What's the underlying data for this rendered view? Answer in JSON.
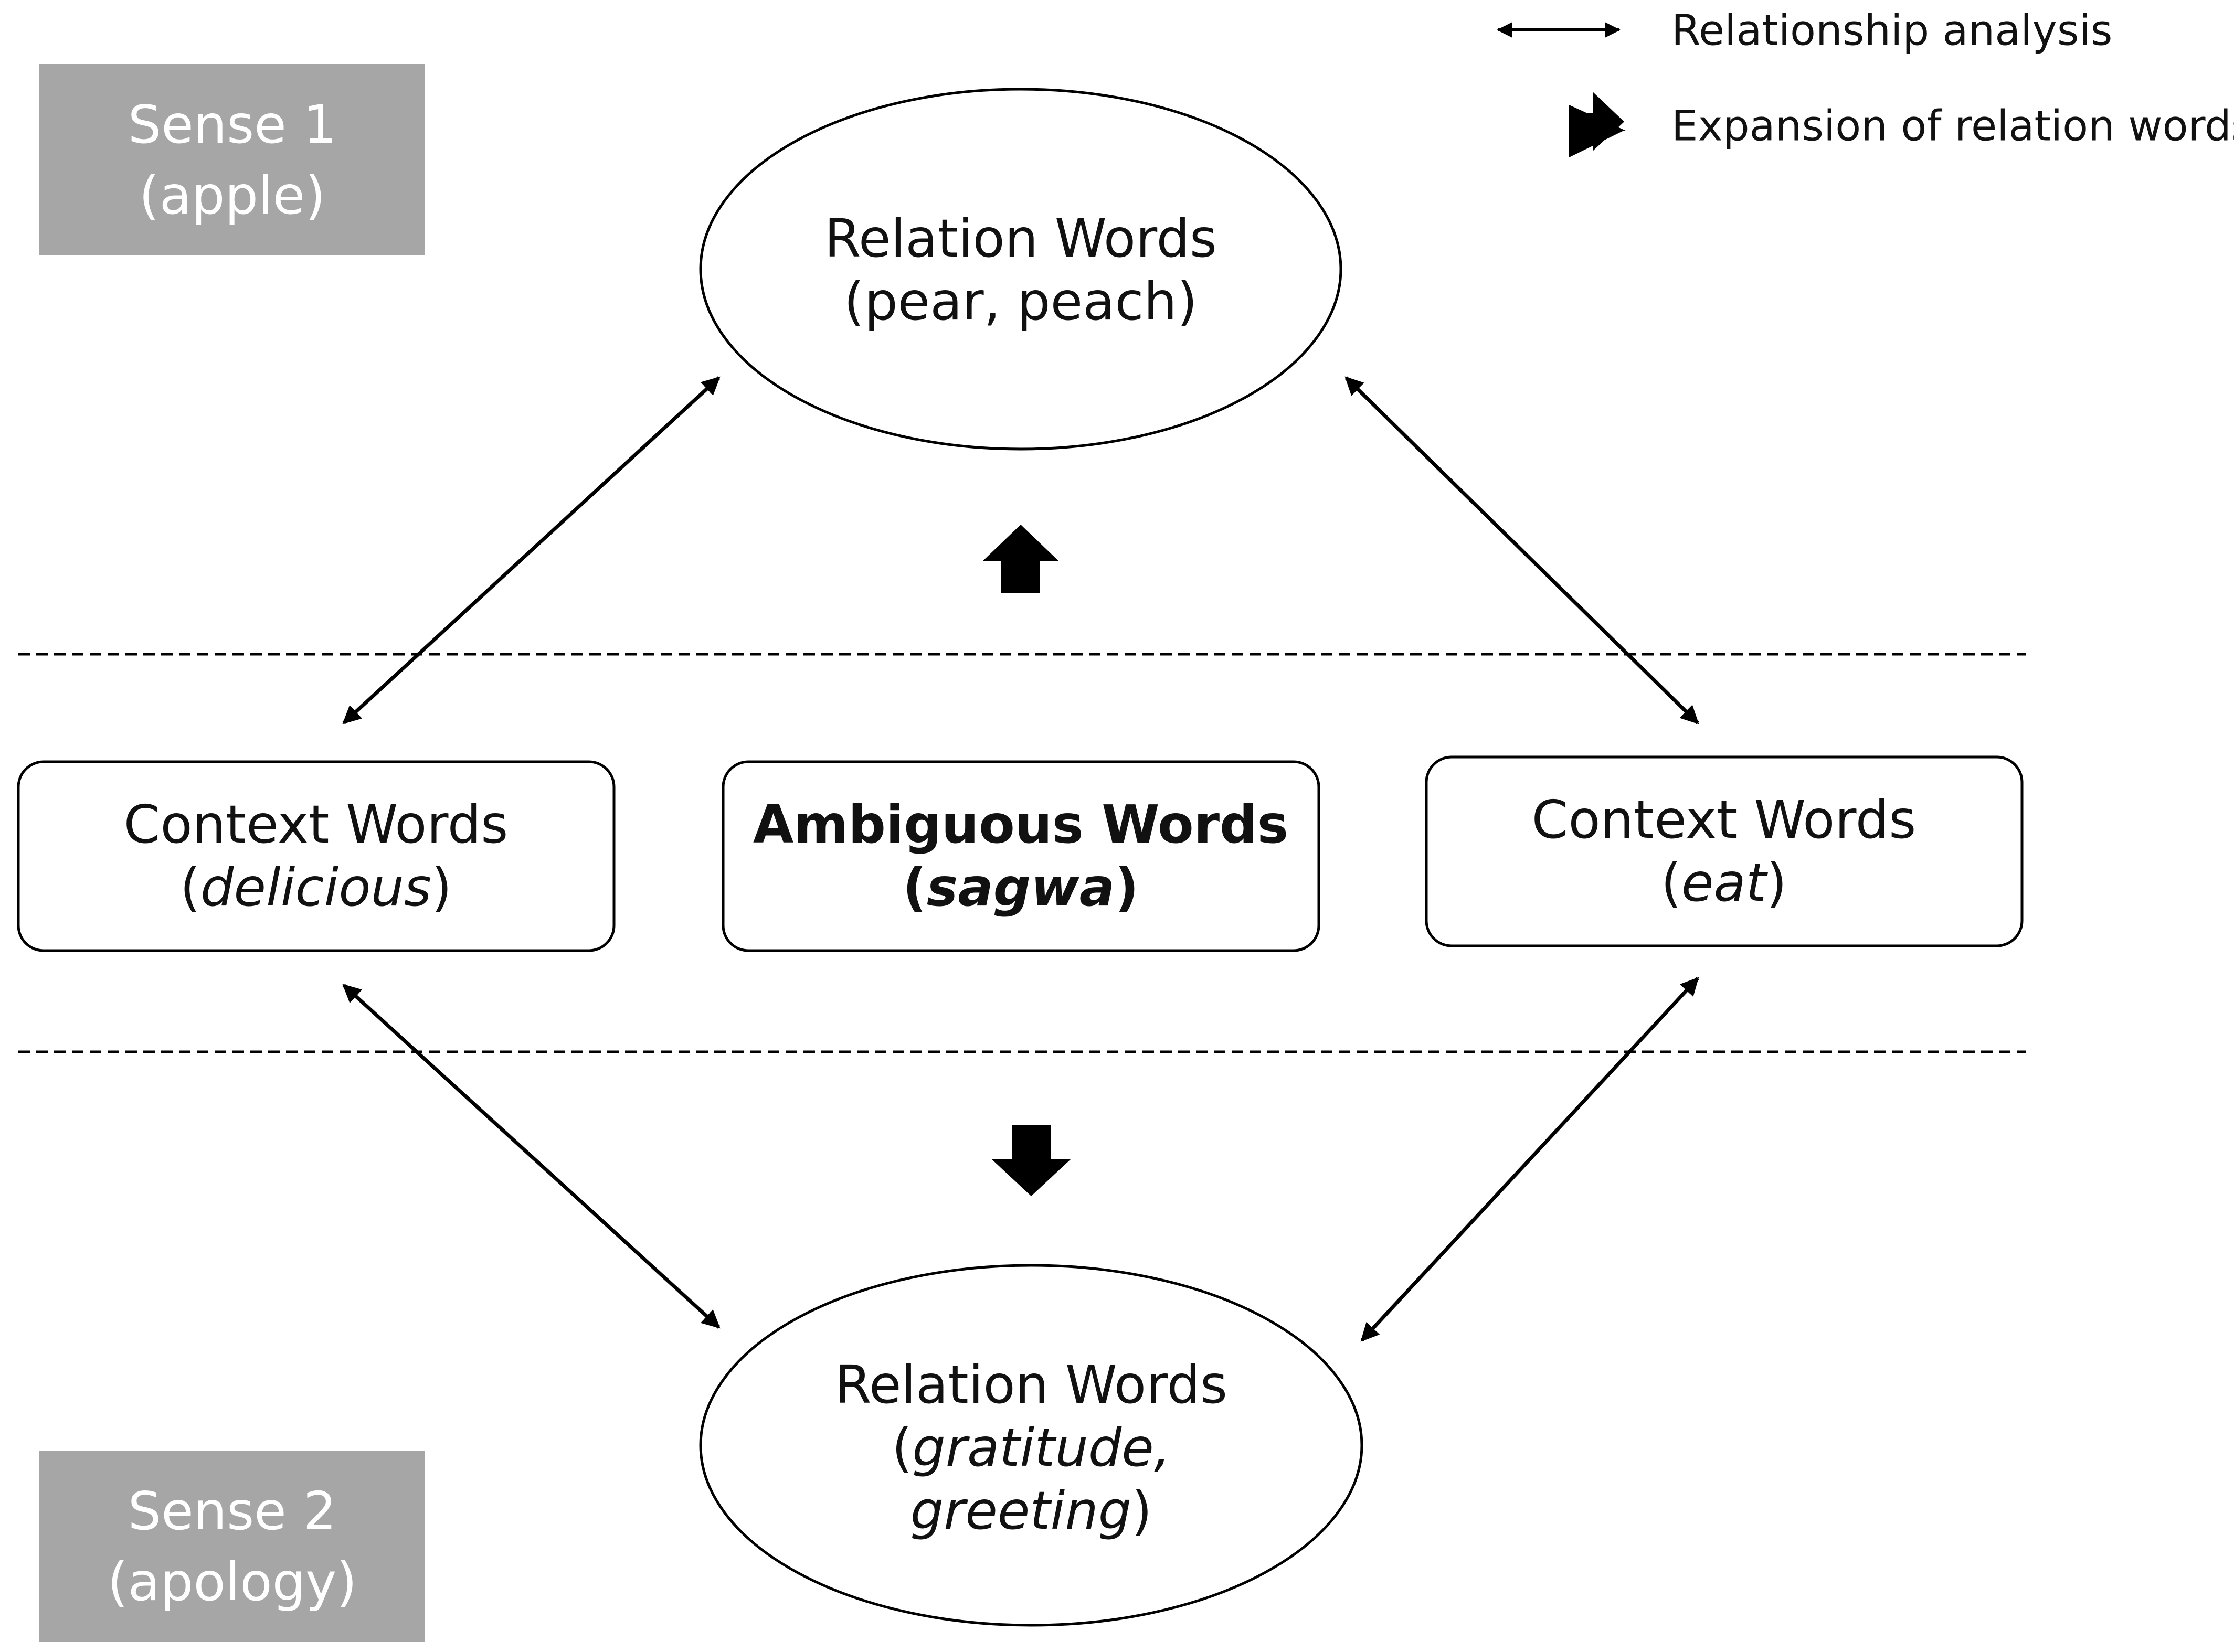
{
  "legend": {
    "relationship": "Relationship analysis",
    "expansion": "Expansion of relation words"
  },
  "sense1": {
    "line1": "Sense 1",
    "line2": "(apple)"
  },
  "sense2": {
    "line1": "Sense 2",
    "line2": "(apology)"
  },
  "relation_top": {
    "title": "Relation Words",
    "words": "(pear, peach)"
  },
  "relation_bottom": {
    "title": "Relation Words",
    "open": "(",
    "word1": "gratitude,",
    "word2": "greeting",
    "close": ")"
  },
  "context_left": {
    "title": "Context Words",
    "open": "(",
    "word": "delicious",
    "close": ")"
  },
  "context_right": {
    "title": "Context Words",
    "open": "(",
    "word": "eat",
    "close": ")"
  },
  "ambiguous": {
    "title": "Ambiguous Words",
    "open": "(",
    "word": "sagwa",
    "close": ")"
  },
  "colors": {
    "sense_box": "#a6a6a6",
    "stroke": "#000000"
  }
}
